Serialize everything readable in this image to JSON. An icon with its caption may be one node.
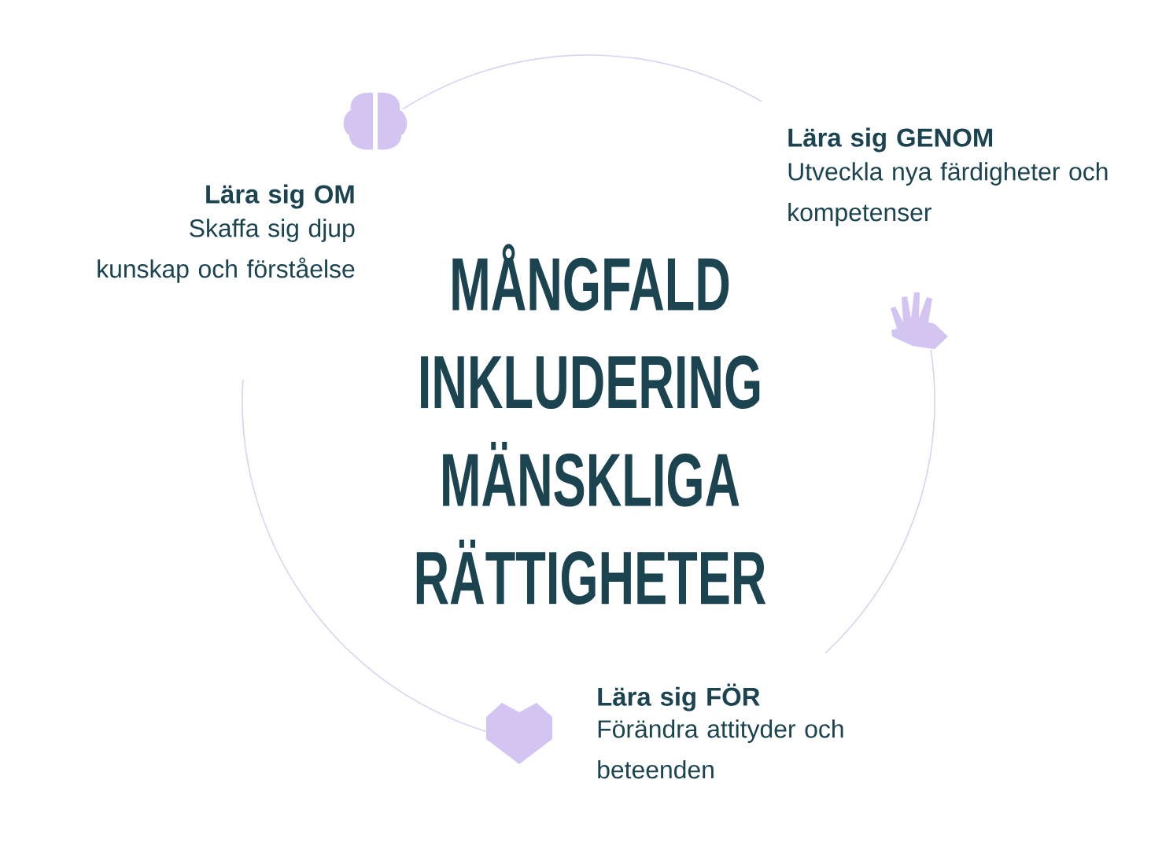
{
  "diagram": {
    "labels": [
      "Lära sig OM",
      "Skaffa sig djup kunskap och förståelse",
      "MÅNGFALD INKLUDERING MÄNSKLIGA RÄTTIGHETER",
      "Lära sig GENOM",
      "Utveckla nya färdigheter och kompetenser",
      "Lära sig FÖR",
      "Förändra attityder och beteenden"
    ]
  }
}
